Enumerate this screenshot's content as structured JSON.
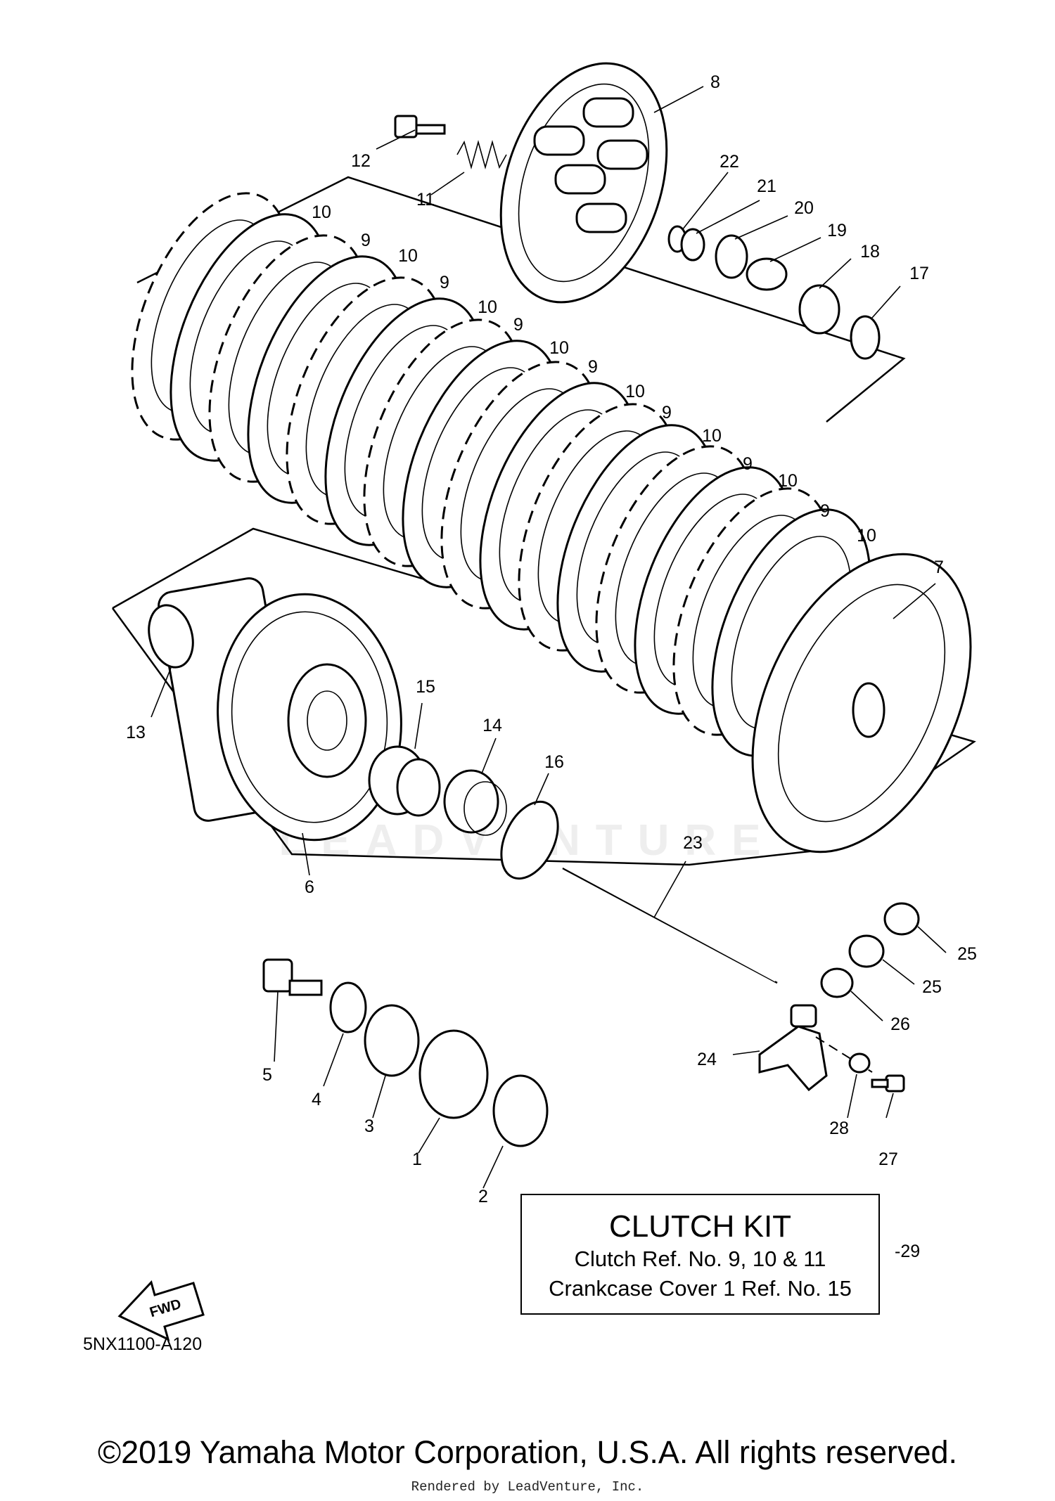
{
  "callouts": [
    {
      "id": "1",
      "text": "1"
    },
    {
      "id": "2",
      "text": "2"
    },
    {
      "id": "3",
      "text": "3"
    },
    {
      "id": "4",
      "text": "4"
    },
    {
      "id": "5",
      "text": "5"
    },
    {
      "id": "6",
      "text": "6"
    },
    {
      "id": "7",
      "text": "7"
    },
    {
      "id": "8",
      "text": "8"
    },
    {
      "id": "9",
      "text": "9"
    },
    {
      "id": "10",
      "text": "10"
    },
    {
      "id": "11",
      "text": "11"
    },
    {
      "id": "12",
      "text": "12"
    },
    {
      "id": "13",
      "text": "13"
    },
    {
      "id": "14",
      "text": "14"
    },
    {
      "id": "15",
      "text": "15"
    },
    {
      "id": "16",
      "text": "16"
    },
    {
      "id": "17",
      "text": "17"
    },
    {
      "id": "18",
      "text": "18"
    },
    {
      "id": "19",
      "text": "19"
    },
    {
      "id": "20",
      "text": "20"
    },
    {
      "id": "21",
      "text": "21"
    },
    {
      "id": "22",
      "text": "22"
    },
    {
      "id": "23",
      "text": "23"
    },
    {
      "id": "24",
      "text": "24"
    },
    {
      "id": "25",
      "text": "25"
    },
    {
      "id": "26",
      "text": "26"
    },
    {
      "id": "27",
      "text": "27"
    },
    {
      "id": "28",
      "text": "28"
    },
    {
      "id": "29",
      "text": "-29"
    }
  ],
  "kit": {
    "title": "CLUTCH KIT",
    "line1": "Clutch Ref. No. 9, 10 & 11",
    "line2": "Crankcase Cover 1 Ref. No. 15"
  },
  "diagram_code": "5NX1100-A120",
  "fwd_label": "FWD",
  "watermark": "LEADVENTURE",
  "copyright": "©2019 Yamaha Motor Corporation, U.S.A. All rights reserved.",
  "rendered_by": "Rendered by LeadVenture, Inc."
}
